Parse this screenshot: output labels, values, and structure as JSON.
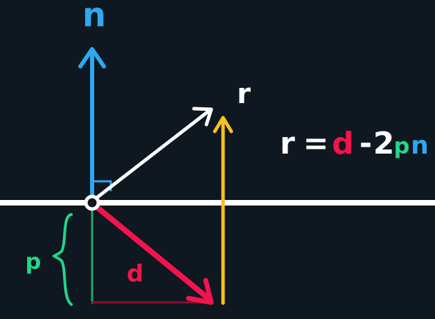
{
  "labels": {
    "normal": "n",
    "reflected": "r",
    "incident": "d",
    "projection": "p"
  },
  "equation": {
    "lhs": "r",
    "equals": "=",
    "d": "d",
    "minus": "-",
    "two": "2",
    "p": "p",
    "n": "n"
  },
  "colors": {
    "background": "#0f1720",
    "normal": "#2ea8f0",
    "reflected": "#ffffff",
    "incident": "#f0154d",
    "projection": "#22d68a",
    "helper": "#f4c320",
    "surface": "#ffffff",
    "right_angle": "#2ea8f0"
  }
}
